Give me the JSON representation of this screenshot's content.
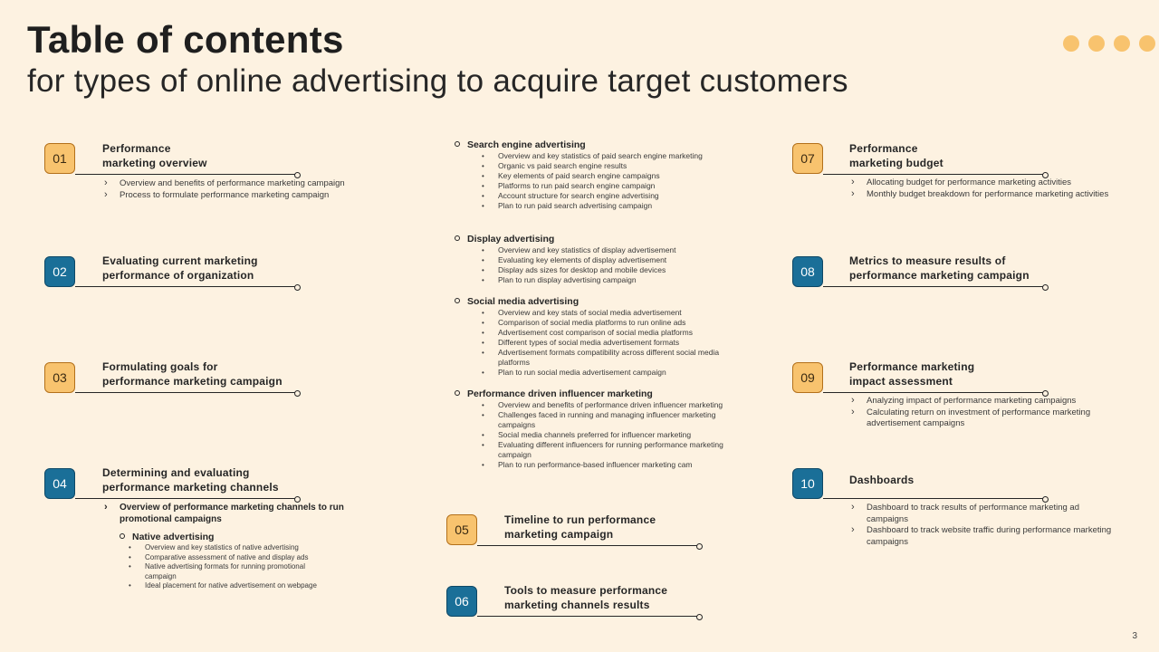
{
  "title": "Table of contents",
  "subtitle": "for types of online advertising to acquire target customers",
  "page_number": "3",
  "colors": {
    "background": "#fdf2e1",
    "orange": "#f8c36e",
    "teal": "#1a6f98"
  },
  "sections": [
    {
      "num": "01",
      "title": "Performance\nmarketing overview",
      "bullets": [
        "Overview and benefits of performance marketing campaign",
        "Process to formulate performance marketing campaign"
      ]
    },
    {
      "num": "02",
      "title": "Evaluating current marketing\nperformance of organization",
      "bullets": []
    },
    {
      "num": "03",
      "title": "Formulating goals for\nperformance marketing campaign",
      "bullets": []
    },
    {
      "num": "04",
      "title": "Determining and evaluating\nperformance marketing channels",
      "bullets": [
        "Overview of performance marketing channels to run promotional campaigns"
      ],
      "sub_heading": "Native advertising",
      "sub_items": [
        "Overview and key statistics of native advertising",
        "Comparative assessment of native and display ads",
        "Native advertising formats for running promotional campaign",
        "Ideal placement for native advertisement on webpage"
      ]
    },
    {
      "num": "05",
      "title": "Timeline to run performance\nmarketing campaign",
      "bullets": []
    },
    {
      "num": "06",
      "title": "Tools to measure performance\nmarketing channels results",
      "bullets": []
    },
    {
      "num": "07",
      "title": "Performance\nmarketing budget",
      "bullets": [
        "Allocating budget for performance marketing activities",
        "Monthly budget breakdown for performance marketing activities"
      ]
    },
    {
      "num": "08",
      "title": "Metrics to measure results of\nperformance marketing campaign",
      "bullets": []
    },
    {
      "num": "09",
      "title": "Performance marketing\nimpact assessment",
      "bullets": [
        "Analyzing impact of performance marketing campaigns",
        "Calculating return on investment of performance marketing advertisement campaigns"
      ]
    },
    {
      "num": "10",
      "title": "Dashboards",
      "bullets": [
        "Dashboard to track results of performance marketing ad campaigns",
        "Dashboard to track website traffic during performance marketing campaigns"
      ]
    }
  ],
  "middle_groups": [
    {
      "heading": "Search engine advertising",
      "items": [
        "Overview and key statistics of paid search engine marketing",
        "Organic vs paid search engine results",
        "Key elements of paid search engine campaigns",
        "Platforms to run paid search engine campaign",
        "Account structure for search engine advertising",
        "Plan to run paid search advertising campaign"
      ]
    },
    {
      "heading": "Display advertising",
      "items": [
        "Overview and key statistics of display advertisement",
        "Evaluating key elements of display advertisement",
        "Display ads sizes for desktop and mobile devices",
        "Plan to run display advertising campaign"
      ]
    },
    {
      "heading": "Social media advertising",
      "items": [
        "Overview and key stats of social media advertisement",
        "Comparison of social media platforms to run online ads",
        "Advertisement cost comparison of social media platforms",
        "Different types of social media advertisement formats",
        "Advertisement formats compatibility across different social media platforms",
        "Plan to run social media advertisement campaign"
      ]
    },
    {
      "heading": "Performance driven influencer marketing",
      "items": [
        "Overview and benefits of performance driven influencer marketing",
        "Challenges faced in running and managing influencer marketing campaigns",
        "Social media channels preferred for influencer marketing",
        "Evaluating different influencers for running performance marketing campaign",
        "Plan to run performance-based influencer marketing cam"
      ]
    }
  ]
}
